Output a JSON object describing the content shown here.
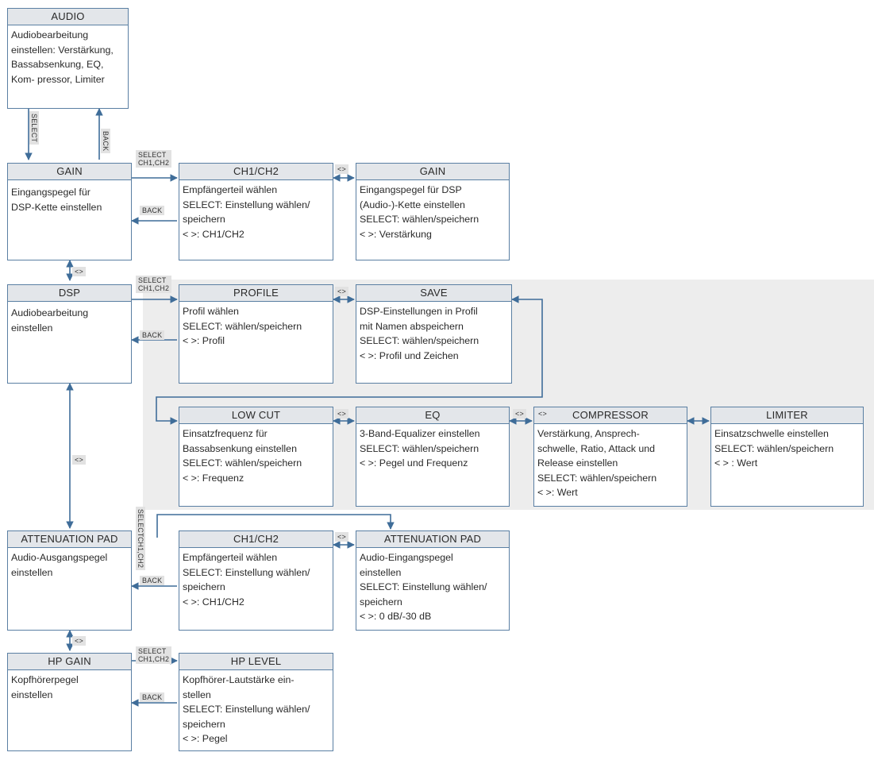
{
  "boxes": {
    "audio": {
      "title": "AUDIO",
      "lines": [
        "Audiobearbeitung",
        "einstellen: Verstärkung,",
        "Bassabsenkung, EQ,",
        "Kom- pressor, Limiter"
      ]
    },
    "gain_main": {
      "title": "GAIN",
      "lines": [
        "Eingangspegel für",
        "DSP-Kette einstellen"
      ]
    },
    "ch1ch2_gain": {
      "title": "CH1/CH2",
      "lines": [
        "Empfängerteil wählen",
        "SELECT: Einstellung wählen/",
        "speichern",
        "< >: CH1/CH2"
      ]
    },
    "gain_sub": {
      "title": "GAIN",
      "lines": [
        "Eingangspegel für DSP",
        "(Audio-)-Kette einstellen",
        "SELECT: wählen/speichern",
        "< >: Verstärkung"
      ]
    },
    "dsp": {
      "title": "DSP",
      "lines": [
        "Audiobearbeitung",
        "einstellen"
      ]
    },
    "profile": {
      "title": "PROFILE",
      "lines": [
        "Profil wählen",
        "SELECT: wählen/speichern",
        "< >: Profil"
      ]
    },
    "save": {
      "title": "SAVE",
      "lines": [
        "DSP-Einstellungen in Profil",
        "mit Namen abspeichern",
        "SELECT: wählen/speichern",
        "< >: Profil und Zeichen"
      ]
    },
    "low_cut": {
      "title": "LOW CUT",
      "lines": [
        "Einsatzfrequenz für",
        "Bassabsenkung einstellen",
        "SELECT: wählen/speichern",
        "< >: Frequenz"
      ]
    },
    "eq": {
      "title": "EQ",
      "lines": [
        "3-Band-Equalizer einstellen",
        "SELECT: wählen/speichern",
        "< >: Pegel und Frequenz"
      ]
    },
    "compressor": {
      "title": "COMPRESSOR",
      "lines": [
        "Verstärkung, Ansprech-",
        "schwelle, Ratio, Attack und",
        "Release einstellen",
        "SELECT: wählen/speichern",
        "< >: Wert"
      ]
    },
    "limiter": {
      "title": "LIMITER",
      "lines": [
        "Einsatzschwelle einstellen",
        "SELECT: wählen/speichern",
        "< > : Wert"
      ]
    },
    "att_main": {
      "title": "ATTENUATION PAD",
      "lines": [
        "Audio-Ausgangspegel",
        "einstellen"
      ]
    },
    "ch1ch2_att": {
      "title": "CH1/CH2",
      "lines": [
        "Empfängerteil wählen",
        "SELECT: Einstellung wählen/",
        "speichern",
        "< >: CH1/CH2"
      ]
    },
    "att_sub": {
      "title": "ATTENUATION PAD",
      "lines": [
        "Audio-Eingangspegel",
        "einstellen",
        "SELECT: Einstellung wählen/",
        "speichern",
        "< >: 0 dB/-30 dB"
      ]
    },
    "hp_gain": {
      "title": "HP GAIN",
      "lines": [
        "Kopfhörerpegel",
        "einstellen"
      ]
    },
    "hp_level": {
      "title": "HP LEVEL",
      "lines": [
        "Kopfhörer-Lautstärke ein-",
        "stellen",
        "SELECT: Einstellung wählen/",
        "speichern",
        "< >: Pegel"
      ]
    }
  },
  "tags": {
    "select": "SELECT",
    "back": "BACK",
    "select_ch_1": "SELECT",
    "select_ch_2": "CH1,CH2",
    "arrows": "<>",
    "compressor_arrows": "<>"
  },
  "colors": {
    "line": "#3f6d99",
    "box_border": "#5a7fa3",
    "header_fill": "#e3e6ea",
    "band_fill": "#ededed"
  }
}
